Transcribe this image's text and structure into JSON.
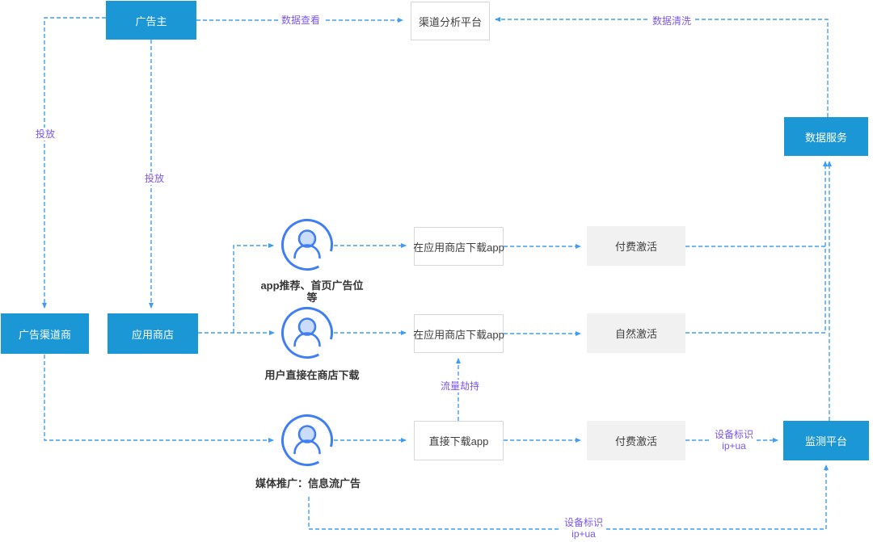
{
  "diagram": {
    "nodes": {
      "advertiser": "广告主",
      "channel_analysis_platform": "渠道分析平台",
      "data_service": "数据服务",
      "ad_channel_vendor": "广告渠道商",
      "app_store": "应用商店",
      "monitor_platform": "监测平台",
      "download_in_store_1": "在应用商店下载app",
      "download_in_store_2": "在应用商店下载app",
      "direct_download": "直接下载app",
      "paid_activation_top": "付费激活",
      "natural_activation": "自然激活",
      "paid_activation_bottom": "付费激活"
    },
    "user_captions": {
      "recommend": {
        "line1": "app推荐、首页广告位",
        "line2": "等"
      },
      "direct_store": {
        "line1": "用户直接在商店下载",
        "line2": ""
      },
      "media": {
        "line1": "媒体推广：信息流广告",
        "line2": ""
      }
    },
    "edge_labels": {
      "data_view": "数据查看",
      "data_clean": "数据清洗",
      "deploy_left": "投放",
      "deploy_right": "投放",
      "traffic_hijack": "流量劫持",
      "device_id_mid": {
        "line1": "设备标识",
        "line2": "ip+ua"
      },
      "device_id_bottom": {
        "line1": "设备标识",
        "line2": "ip+ua"
      }
    },
    "colors": {
      "node_blue": "#1a97d4",
      "connector_blue": "#3e9ef3",
      "label_purple": "#7b57f0",
      "node_gray_bg": "#f1f1f1",
      "node_white_border": "#d8d8d8",
      "icon_outline_blue": "#3f7ef3",
      "icon_head_fill": "#cbdcfa",
      "text_dark": "#3f3f3f"
    }
  }
}
